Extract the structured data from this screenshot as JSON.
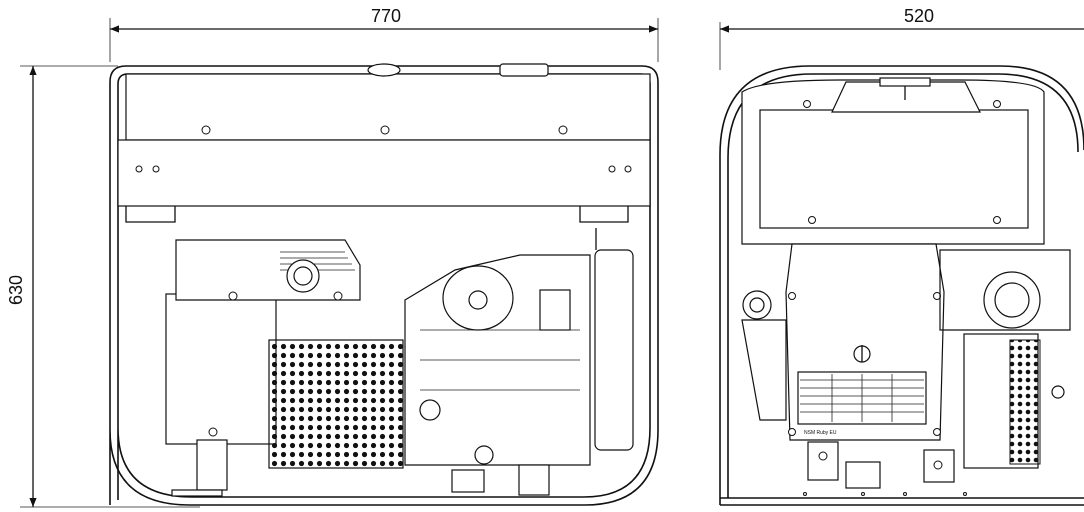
{
  "dimensions": {
    "front_width": "770",
    "side_width": "520",
    "height": "630"
  },
  "colors": {
    "line": "#111111",
    "background": "#ffffff"
  },
  "decals": {
    "label_text": "NSM Ruby EU"
  }
}
